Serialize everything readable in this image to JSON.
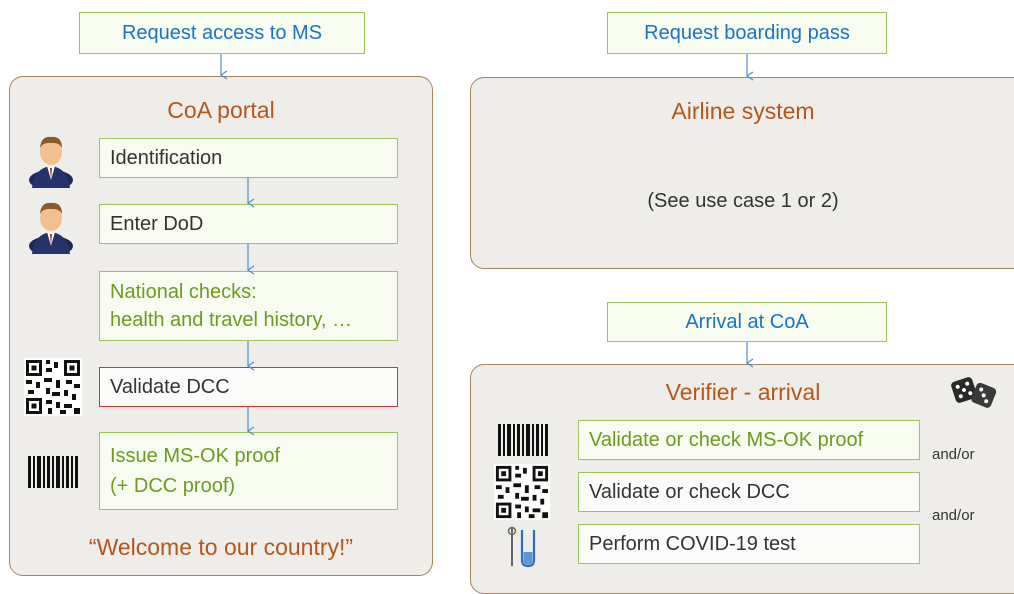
{
  "left": {
    "request_label": "Request access to MS",
    "panel_title": "CoA portal",
    "steps": {
      "identification": "Identification",
      "enter_dod": "Enter DoD",
      "national_checks_line1": "National checks:",
      "national_checks_line2": "health and travel history, …",
      "validate_dcc": "Validate DCC",
      "issue_line1": "Issue MS-OK proof",
      "issue_line2": "(+ DCC proof)"
    },
    "welcome": "“Welcome to our country!”"
  },
  "right": {
    "request_label": "Request boarding pass",
    "airline_title": "Airline system",
    "airline_note": "(See use case 1 or 2)",
    "arrival_label": "Arrival at CoA",
    "verifier_title": "Verifier - arrival",
    "checks": {
      "ms_ok": "Validate or check MS-OK proof",
      "dcc": "Validate or check DCC",
      "covid": "Perform COVID-19 test"
    },
    "and_or_1": "and/or",
    "and_or_2": "and/or"
  },
  "colors": {
    "blue_text": "#1a73c6",
    "green_border": "#9cc456",
    "green_text": "#6e9a1e",
    "orange_title": "#b5561b",
    "panel_border": "#a88258",
    "panel_fill": "#efede9",
    "red_border": "#d9312b",
    "arrow": "#4a8fd0"
  },
  "icons": [
    "person-icon",
    "qr-code-icon",
    "barcode-icon",
    "dice-icon",
    "test-tube-icon"
  ]
}
